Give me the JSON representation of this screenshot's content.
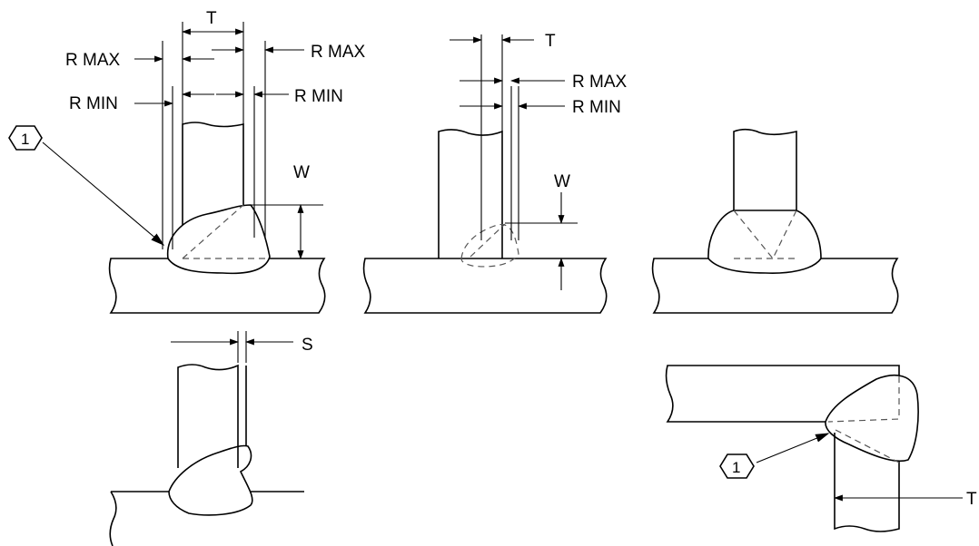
{
  "labels": {
    "d1": {
      "t": "T",
      "r_max_left": "R MAX",
      "r_max_right": "R MAX",
      "r_min_left": "R MIN",
      "r_min_right": "R MIN",
      "w": "W",
      "callout": "1"
    },
    "d2": {
      "t": "T",
      "r_max": "R MAX",
      "r_min": "R MIN",
      "w": "W"
    },
    "d4": {
      "s": "S"
    },
    "d6": {
      "t": "T",
      "callout": "1"
    }
  }
}
